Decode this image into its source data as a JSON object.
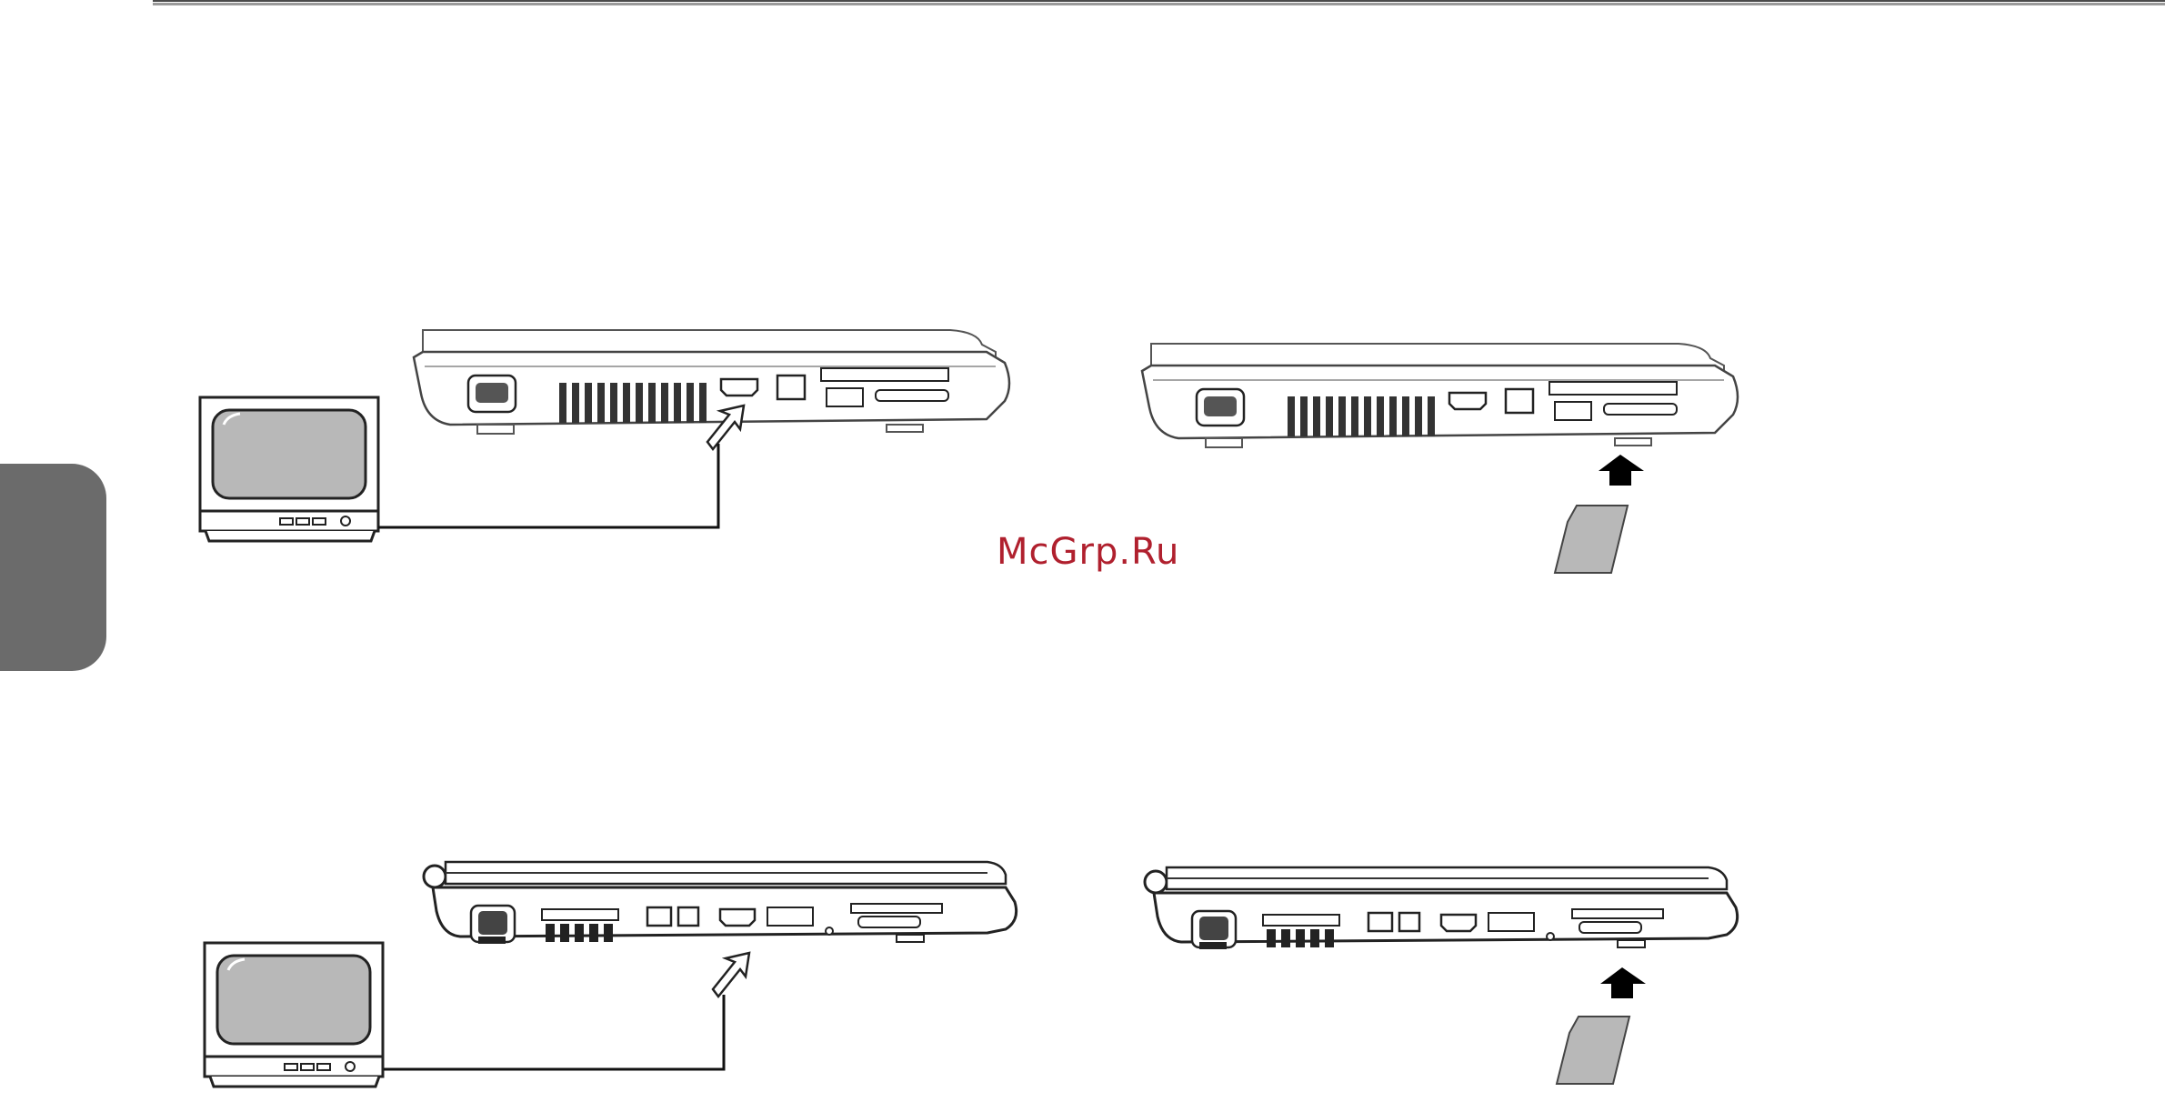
{
  "page": {
    "watermark_text": "McGrp.Ru",
    "accent_color": "#b0202e",
    "tab_color": "#6b6b6b"
  },
  "illustrations": [
    {
      "name": "laptop-hdmi-to-tv-top",
      "icons": [
        "tv-icon",
        "laptop-side-icon",
        "outline-arrow-icon"
      ]
    },
    {
      "name": "laptop-card-insert-top",
      "icons": [
        "laptop-side-icon",
        "solid-arrow-icon",
        "memory-card-icon"
      ]
    },
    {
      "name": "laptop-hdmi-to-tv-bottom",
      "icons": [
        "tv-icon",
        "laptop-side-icon",
        "outline-arrow-icon"
      ]
    },
    {
      "name": "laptop-card-insert-bottom",
      "icons": [
        "laptop-side-icon",
        "solid-arrow-icon",
        "memory-card-icon"
      ]
    }
  ]
}
